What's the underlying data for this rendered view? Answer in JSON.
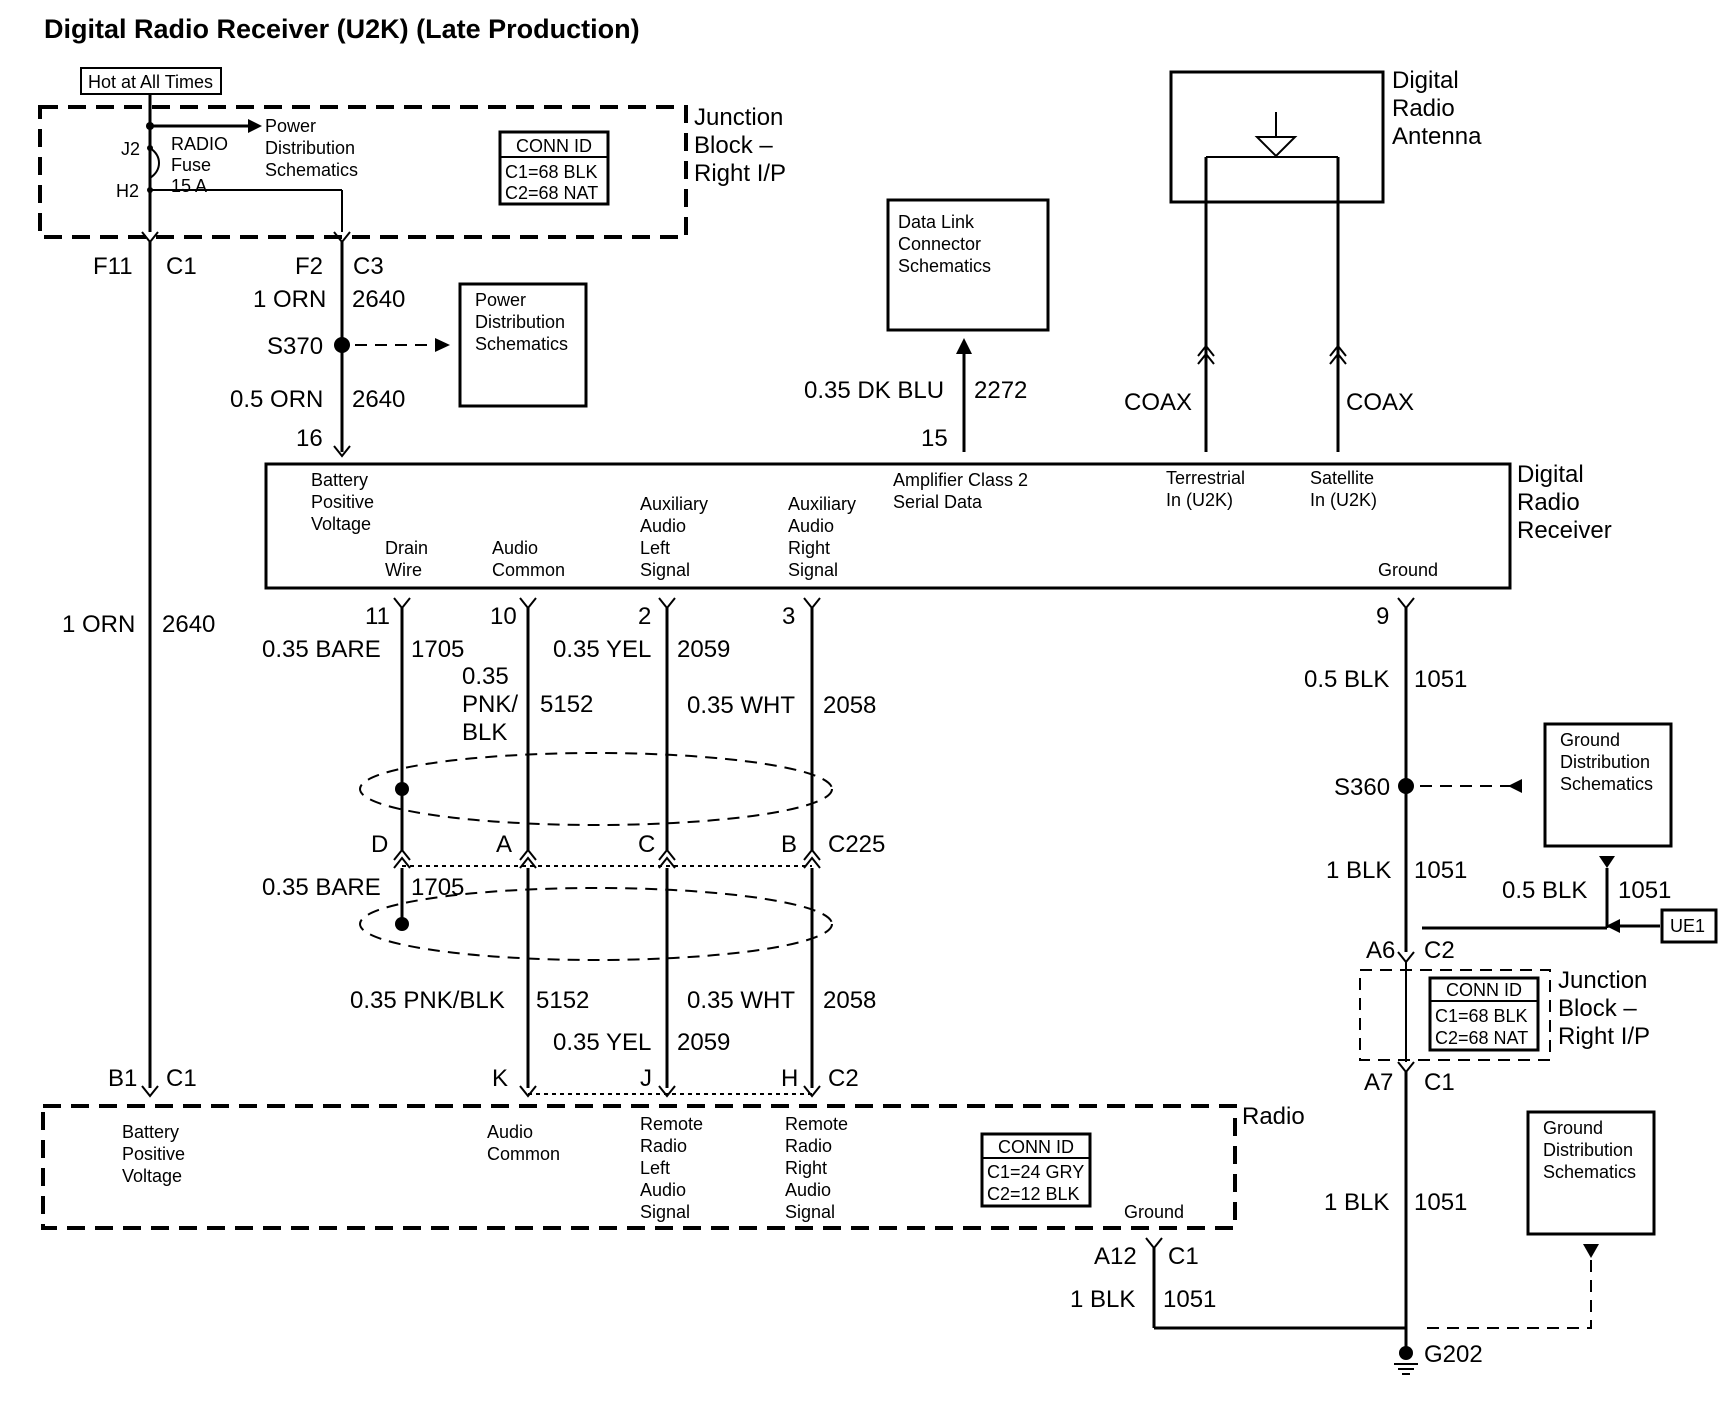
{
  "title": "Digital Radio Receiver (U2K) (Late Production)",
  "hot_label": "Hot at All Times",
  "junction_block": {
    "name": [
      "Junction",
      "Block –",
      "Right I/P"
    ],
    "fuse_label": [
      "RADIO",
      "Fuse",
      "15 A"
    ],
    "terminal_top": "J2",
    "terminal_bottom": "H2",
    "power_dist_ref": [
      "Power",
      "Distribution",
      "Schematics"
    ],
    "conn_id_title": "CONN ID",
    "conn_id": [
      "C1=68 BLK",
      "C2=68 NAT"
    ]
  },
  "pins_top": {
    "f11": "F11",
    "c1": "C1",
    "f2": "F2",
    "c3": "C3"
  },
  "wires": {
    "w1_orn_a": "1 ORN",
    "w1_2640_a": "2640",
    "s370": "S370",
    "w05_orn": "0.5 ORN",
    "w05_2640": "2640",
    "pin16": "16",
    "w1_orn_b": "1 ORN",
    "w1_2640_b": "2640",
    "dk_blu": "0.35 DK BLU",
    "dk_blu_num": "2272",
    "pin15": "15",
    "coax1": "COAX",
    "coax2": "COAX"
  },
  "power_ref_box": [
    "Power",
    "Distribution",
    "Schematics"
  ],
  "dlc_box": [
    "Data Link",
    "Connector",
    "Schematics"
  ],
  "antenna": [
    "Digital",
    "Radio",
    "Antenna"
  ],
  "receiver": {
    "name": [
      "Digital",
      "Radio",
      "Receiver"
    ],
    "battery": [
      "Battery",
      "Positive",
      "Voltage"
    ],
    "drain": [
      "Drain",
      "Wire"
    ],
    "audio_common": [
      "Audio",
      "Common"
    ],
    "aux_left": [
      "Auxiliary",
      "Audio",
      "Left",
      "Signal"
    ],
    "aux_right": [
      "Auxiliary",
      "Audio",
      "Right",
      "Signal"
    ],
    "amp": [
      "Amplifier Class 2",
      "Serial Data"
    ],
    "terrestrial": [
      "Terrestrial",
      "In (U2K)"
    ],
    "satellite": [
      "Satellite",
      "In (U2K)"
    ],
    "ground": "Ground"
  },
  "lower_pins": {
    "p11": "11",
    "p10": "10",
    "p2": "2",
    "p3": "3",
    "p9": "9",
    "bare_a": "0.35 BARE",
    "bare_a_num": "1705",
    "pnk_blk_a": [
      "0.35",
      "PNK/",
      "BLK"
    ],
    "pnk_blk_a_num": "5152",
    "yel_a": "0.35 YEL",
    "yel_a_num": "2059",
    "wht_a": "0.35 WHT",
    "wht_a_num": "2058",
    "blk05": "0.5 BLK",
    "blk05_num": "1051",
    "s360": "S360",
    "d": "D",
    "a": "A",
    "c": "C",
    "b": "B",
    "c225": "C225",
    "bare_b": "0.35 BARE",
    "bare_b_num": "1705",
    "pnk_blk_b": "0.35 PNK/BLK",
    "pnk_blk_b_num": "5152",
    "wht_b": "0.35 WHT",
    "wht_b_num": "2058",
    "yel_b": "0.35 YEL",
    "yel_b_num": "2059",
    "blk1_a": "1 BLK",
    "blk1_a_num": "1051",
    "blk05_b": "0.5 BLK",
    "blk05_b_num": "1051",
    "ue1": "UE1",
    "a6": "A6",
    "c2a": "C2",
    "a7": "A7",
    "c1a": "C1",
    "blk1_b": "1 BLK",
    "blk1_b_num": "1051",
    "b1": "B1",
    "c1b": "C1",
    "k": "K",
    "j": "J",
    "h": "H",
    "c2b": "C2",
    "a12": "A12",
    "c1c": "C1",
    "blk1_c": "1 BLK",
    "blk1_c_num": "1051",
    "g202": "G202"
  },
  "ground_ref_box": [
    "Ground",
    "Distribution",
    "Schematics"
  ],
  "ground_ref_box2": [
    "Ground",
    "Distribution",
    "Schematics"
  ],
  "junction_block2": {
    "name": [
      "Junction",
      "Block –",
      "Right I/P"
    ],
    "conn_id_title": "CONN ID",
    "conn_id": [
      "C1=68 BLK",
      "C2=68 NAT"
    ]
  },
  "radio": {
    "name": "Radio",
    "battery": [
      "Battery",
      "Positive",
      "Voltage"
    ],
    "audio_common": [
      "Audio",
      "Common"
    ],
    "remote_left": [
      "Remote",
      "Radio",
      "Left",
      "Audio",
      "Signal"
    ],
    "remote_right": [
      "Remote",
      "Radio",
      "Right",
      "Audio",
      "Signal"
    ],
    "conn_id_title": "CONN ID",
    "conn_id": [
      "C1=24 GRY",
      "C2=12 BLK"
    ],
    "ground": "Ground"
  }
}
